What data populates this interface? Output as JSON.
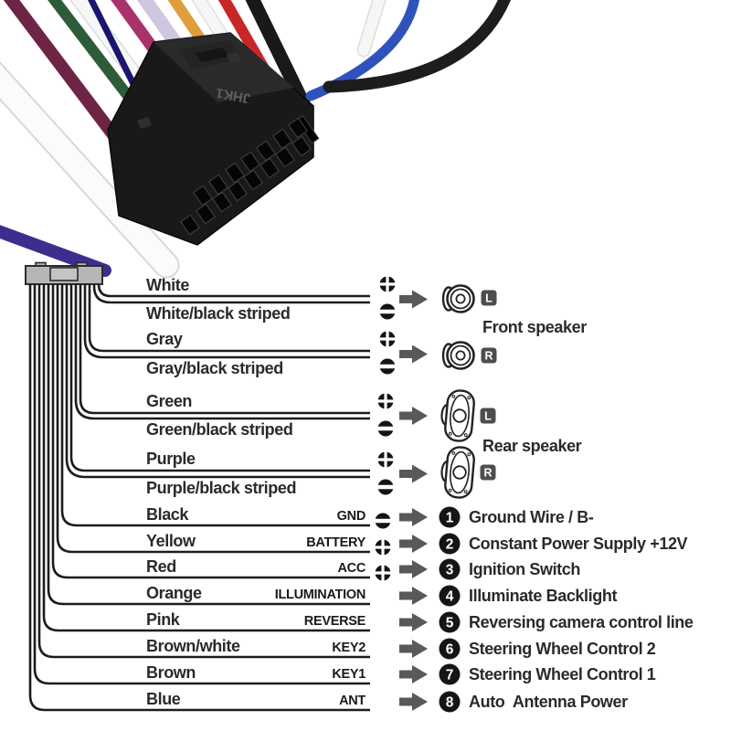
{
  "diagram": {
    "connector_marking": "JHK1",
    "wires": [
      {
        "color": "White",
        "terminal": "",
        "polarity": "+"
      },
      {
        "color": "White/black striped",
        "terminal": "",
        "polarity": "-"
      },
      {
        "color": "Gray",
        "terminal": "",
        "polarity": "+"
      },
      {
        "color": "Gray/black striped",
        "terminal": "",
        "polarity": "-"
      },
      {
        "color": "Green",
        "terminal": "",
        "polarity": "+"
      },
      {
        "color": "Green/black striped",
        "terminal": "",
        "polarity": "-"
      },
      {
        "color": "Purple",
        "terminal": "",
        "polarity": "+"
      },
      {
        "color": "Purple/black striped",
        "terminal": "",
        "polarity": "-"
      },
      {
        "color": "Black",
        "terminal": "GND",
        "polarity": "-",
        "number": "1",
        "function": "Ground Wire / B-"
      },
      {
        "color": "Yellow",
        "terminal": "BATTERY",
        "polarity": "+",
        "number": "2",
        "function": "Constant Power Supply +12V"
      },
      {
        "color": "Red",
        "terminal": "ACC",
        "polarity": "+",
        "number": "3",
        "function": "Ignition Switch"
      },
      {
        "color": "Orange",
        "terminal": "ILLUMINATION",
        "number": "4",
        "function": "Illuminate Backlight"
      },
      {
        "color": "Pink",
        "terminal": "REVERSE",
        "number": "5",
        "function": "Reversing camera control line"
      },
      {
        "color": "Brown/white",
        "terminal": "KEY2",
        "number": "6",
        "function": "Steering Wheel Control 2"
      },
      {
        "color": "Brown",
        "terminal": "KEY1",
        "number": "7",
        "function": "Steering Wheel Control 1"
      },
      {
        "color": "Blue",
        "terminal": "ANT",
        "number": "8",
        "function": "Auto  Antenna Power"
      }
    ],
    "speakers": [
      {
        "label": "Front speaker",
        "channels": [
          "L",
          "R"
        ]
      },
      {
        "label": "Rear speaker",
        "channels": [
          "L",
          "R"
        ]
      }
    ],
    "colors": {
      "line": "#1c1c1c",
      "arrow": "#58595b",
      "badge": "#4d4d4d",
      "icon_black": "#141414",
      "connector_gray": "#b6b6b6"
    }
  }
}
